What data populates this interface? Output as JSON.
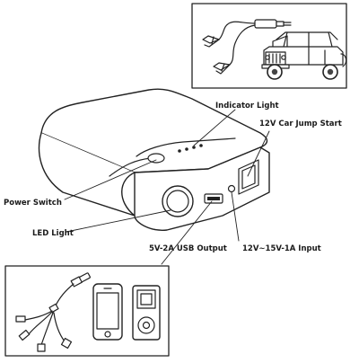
{
  "labels": {
    "indicator_light": "Indicator Light",
    "car_jump_start": "12V Car Jump Start",
    "power_switch": "Power Switch",
    "led_light": "LED Light",
    "usb_output": "5V-2A USB Output",
    "dc_input": "12V∼15V-1A Input"
  },
  "device_icons": [
    "phone-icon",
    "mp3-player-icon"
  ],
  "accessory_icons": [
    "jumper-cable-icon",
    "jeep-icon",
    "multi-usb-cable-icon"
  ],
  "colors": {
    "line": "#222222",
    "panel_border": "#333333",
    "background": "#ffffff"
  }
}
